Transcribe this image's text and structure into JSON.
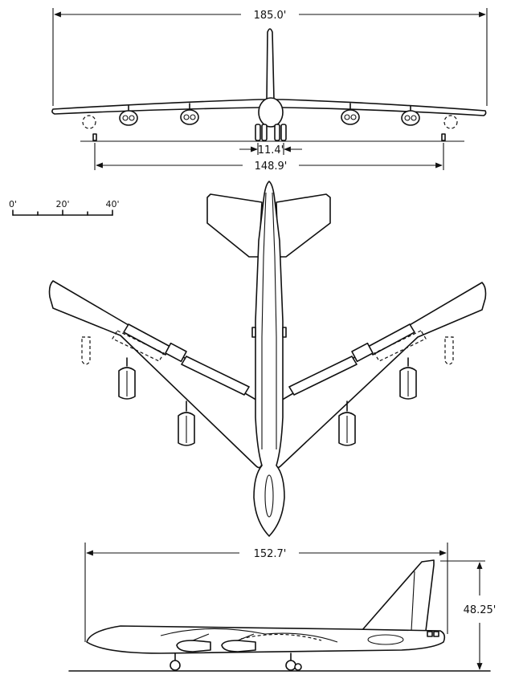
{
  "dimensions": {
    "wingspan": "185.0'",
    "main_gear_track": "11.4'",
    "outrigger_track": "148.9'",
    "length": "152.7'",
    "height": "48.25'"
  },
  "scale": {
    "labels": [
      "0'",
      "20'",
      "40'"
    ]
  }
}
